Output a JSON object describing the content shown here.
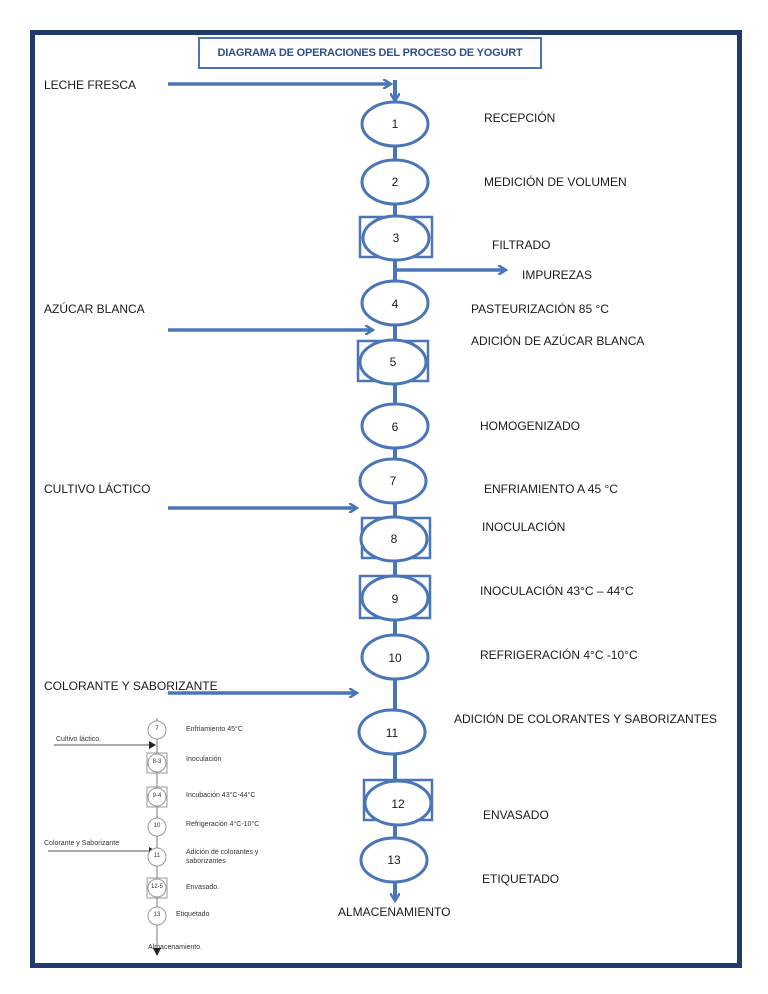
{
  "title": "DIAGRAMA DE OPERACIONES DEL PROCESO DE YOGURT",
  "inputs": {
    "leche": "LECHE FRESCA",
    "azucar": "AZÚCAR BLANCA",
    "cultivo": "CULTIVO LÁCTICO",
    "colorante": "COLORANTE Y SABORIZANTE"
  },
  "nodes": [
    "1",
    "2",
    "3",
    "4",
    "5",
    "6",
    "7",
    "8",
    "9",
    "10",
    "11",
    "12",
    "13"
  ],
  "operations": {
    "recepcion": "RECEPCIÓN",
    "medicion": "MEDICIÓN DE VOLUMEN",
    "filtrado": "FILTRADO",
    "impurezas": "IMPUREZAS",
    "pasteurizacion": "PASTEURIZACIÓN 85 °C",
    "adicion_azucar": "ADICIÓN DE AZÚCAR BLANCA",
    "homogenizado": "HOMOGENIZADO",
    "enfriamiento": "ENFRIAMIENTO A 45 °C",
    "inoculacion": "INOCULACIÓN",
    "inoculacion_temp": "INOCULACIÓN 43°C – 44°C",
    "refrigeracion": "REFRIGERACIÓN 4°C  -10°C",
    "adicion_colorantes": "ADICIÓN DE COLORANTES Y SABORIZANTES",
    "envasado": "ENVASADO",
    "etiquetado": "ETIQUETADO",
    "almacenamiento": "ALMACENAMIENTO"
  },
  "thumbnail": {
    "cultivo": "Cultivo láctico.",
    "colorante": "Colorante y Saborizante",
    "steps": [
      {
        "num": "7",
        "text": "Enfriamiento 45°C"
      },
      {
        "num": "8-3",
        "text": "Inoculación"
      },
      {
        "num": "9-4",
        "text": "Incubación 43°C-44°C"
      },
      {
        "num": "10",
        "text": "Refrigeración 4°C-10°C"
      },
      {
        "num": "11",
        "text": "Adición de colorantes y saborizantes"
      },
      {
        "num": "12-5",
        "text": "Envasado."
      },
      {
        "num": "13",
        "text": "Etiquetado"
      }
    ],
    "final": "Almacenamiento."
  },
  "colors": {
    "line": "#4a76b8",
    "frame": "#1f3a6b",
    "title": "#2e4f8a"
  }
}
